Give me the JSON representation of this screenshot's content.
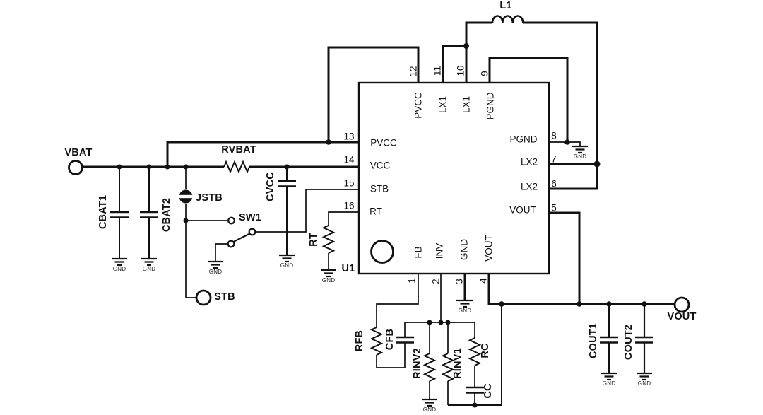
{
  "ic": {
    "refdes": "U1",
    "pins": {
      "top": [
        {
          "num": "12",
          "name": "PVCC"
        },
        {
          "num": "11",
          "name": "LX1"
        },
        {
          "num": "10",
          "name": "LX1"
        },
        {
          "num": "9",
          "name": "PGND"
        }
      ],
      "left": [
        {
          "num": "13",
          "name": "PVCC"
        },
        {
          "num": "14",
          "name": "VCC"
        },
        {
          "num": "15",
          "name": "STB"
        },
        {
          "num": "16",
          "name": "RT"
        }
      ],
      "right": [
        {
          "num": "8",
          "name": "PGND"
        },
        {
          "num": "7",
          "name": "LX2"
        },
        {
          "num": "6",
          "name": "LX2"
        },
        {
          "num": "5",
          "name": "VOUT"
        }
      ],
      "bottom": [
        {
          "num": "1",
          "name": "FB"
        },
        {
          "num": "2",
          "name": "INV"
        },
        {
          "num": "3",
          "name": "GND"
        },
        {
          "num": "4",
          "name": "VOUT"
        }
      ]
    }
  },
  "terminals": {
    "vbat": "VBAT",
    "stb": "STB",
    "vout": "VOUT"
  },
  "components": {
    "l1": "L1",
    "rvbat": "RVBAT",
    "cbat1": "CBAT1",
    "cbat2": "CBAT2",
    "jstb": "JSTB",
    "sw1": "SW1",
    "cvcc": "CVCC",
    "rt": "RT",
    "rfb": "RFB",
    "cfb": "CFB",
    "rinv2": "RINV2",
    "rinv1": "RINV1",
    "rc": "RC",
    "cc": "CC",
    "cout1": "COUT1",
    "cout2": "COUT2"
  },
  "gnd": "GND",
  "colors": {
    "wire": "#111111",
    "background": "#ffffff"
  }
}
